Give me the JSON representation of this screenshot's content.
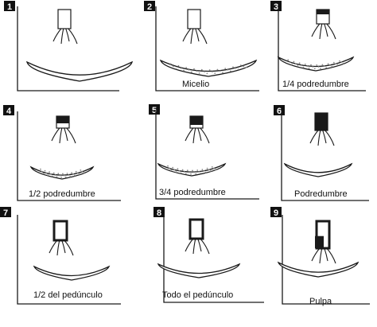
{
  "panels": [
    {
      "number": "1",
      "caption": "",
      "stage": "clean"
    },
    {
      "number": "2",
      "caption": "Micelio",
      "stage": "mycelium"
    },
    {
      "number": "3",
      "caption": "1/4 podredumbre",
      "stage": "quarter-rot"
    },
    {
      "number": "4",
      "caption": "1/2 podredumbre",
      "stage": "half-rot"
    },
    {
      "number": "5",
      "caption": "3/4 podredumbre",
      "stage": "three-quarter-rot"
    },
    {
      "number": "6",
      "caption": "Podredumbre",
      "stage": "full-rot"
    },
    {
      "number": "7",
      "caption": "1/2 del pedúnculo",
      "stage": "half-peduncle"
    },
    {
      "number": "8",
      "caption": "Todo el pedúnculo",
      "stage": "whole-peduncle"
    },
    {
      "number": "9",
      "caption": "Pulpa",
      "stage": "pulp"
    }
  ],
  "colors": {
    "ink": "#1a1a1a",
    "badge": "#111111",
    "badge_text": "#ffffff",
    "dots": "#8a8a8a"
  }
}
